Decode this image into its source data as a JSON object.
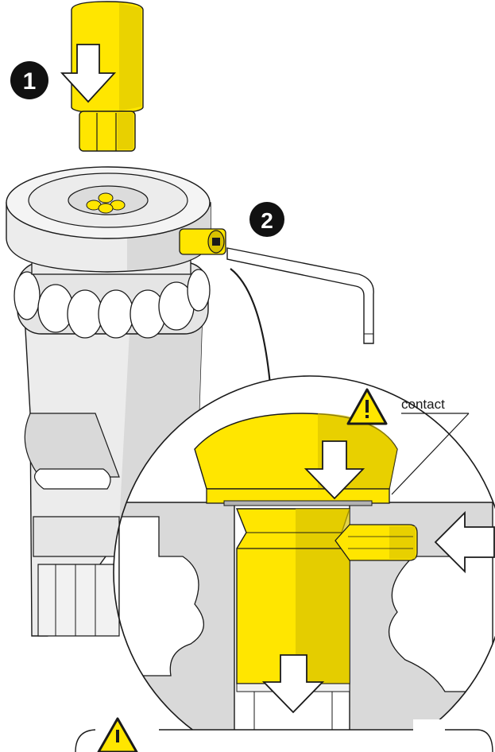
{
  "steps": [
    {
      "number": "1",
      "action": "insert-yellow-part"
    },
    {
      "number": "2",
      "action": "tighten-set-screw-with-hex-key"
    }
  ],
  "callout": {
    "contact_label": "contact",
    "warning_icon": "warning-triangle-icon"
  },
  "bottom_notice": {
    "warning_icon": "warning-triangle-icon"
  },
  "colors": {
    "part_yellow": "#ffe600",
    "part_yellow_shade": "#d9c200",
    "body_grey": "#d9d9d9",
    "body_grey_light": "#ececec",
    "outline": "#1a1a1a",
    "warning_yellow": "#ffe600"
  }
}
